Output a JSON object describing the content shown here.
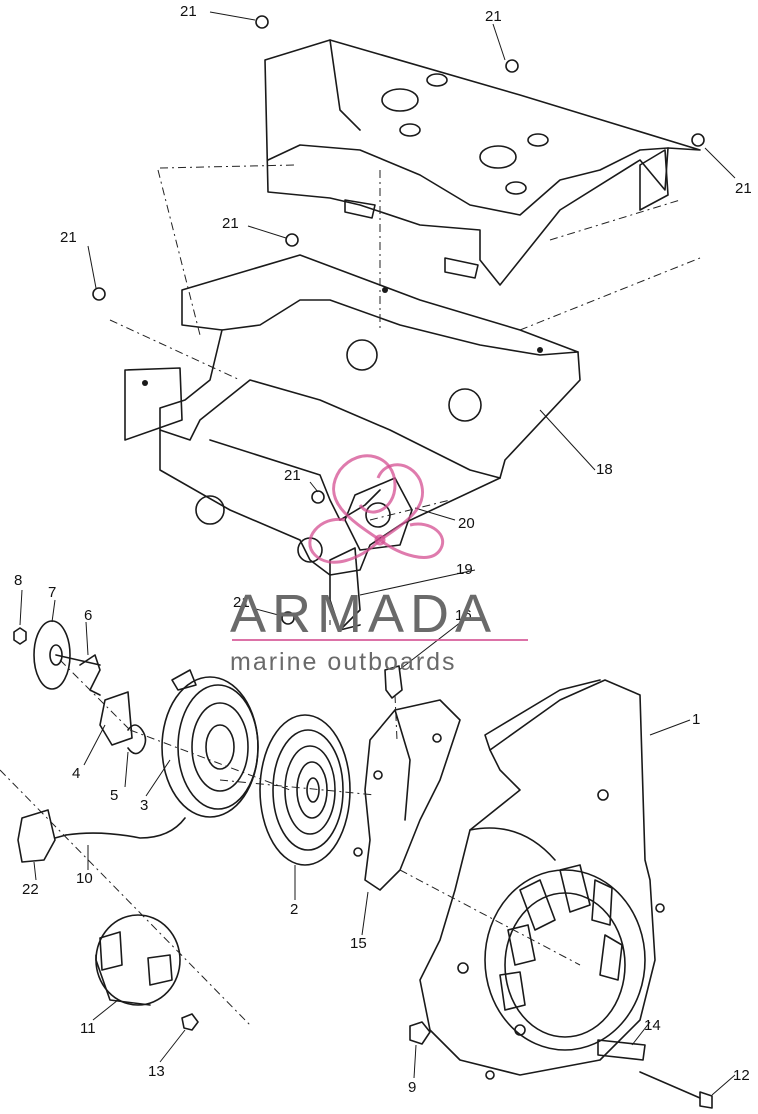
{
  "watermark": {
    "brand": "ARMADA",
    "tagline": "marine outboards",
    "accent_color": "#d44f92",
    "text_color": "#6a6a6a"
  },
  "callouts": [
    "21",
    "21",
    "21",
    "21",
    "21",
    "21",
    "21",
    "18",
    "20",
    "19",
    "16",
    "8",
    "7",
    "6",
    "1",
    "4",
    "5",
    "3",
    "2",
    "22",
    "10",
    "15",
    "11",
    "13",
    "14",
    "9",
    "12"
  ]
}
